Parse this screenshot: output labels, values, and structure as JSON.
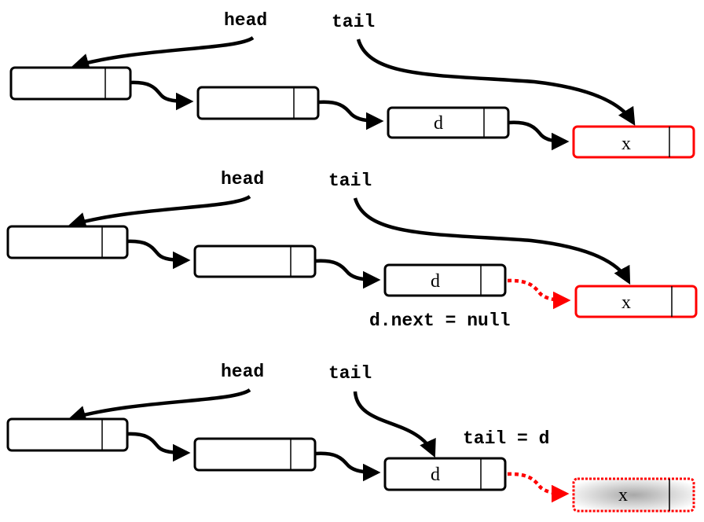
{
  "colors": {
    "node_border": "#000000",
    "highlight": "#ff0000",
    "faded_fill": "#b0b0b0",
    "arrow": "#000000"
  },
  "panels": [
    {
      "head_label": "head",
      "tail_label": "tail",
      "nodes": [
        {
          "value": "",
          "state": "normal"
        },
        {
          "value": "",
          "state": "normal"
        },
        {
          "value": "d",
          "state": "normal"
        },
        {
          "value": "x",
          "state": "highlight"
        }
      ],
      "link_d_to_x": "solid"
    },
    {
      "head_label": "head",
      "tail_label": "tail",
      "nodes": [
        {
          "value": "",
          "state": "normal"
        },
        {
          "value": "",
          "state": "normal"
        },
        {
          "value": "d",
          "state": "normal"
        },
        {
          "value": "x",
          "state": "highlight"
        }
      ],
      "link_d_to_x": "removed",
      "caption": "d.next = null"
    },
    {
      "head_label": "head",
      "tail_label": "tail",
      "nodes": [
        {
          "value": "",
          "state": "normal"
        },
        {
          "value": "",
          "state": "normal"
        },
        {
          "value": "d",
          "state": "normal"
        },
        {
          "value": "x",
          "state": "deleted"
        }
      ],
      "link_d_to_x": "removed",
      "caption": "tail = d"
    }
  ]
}
